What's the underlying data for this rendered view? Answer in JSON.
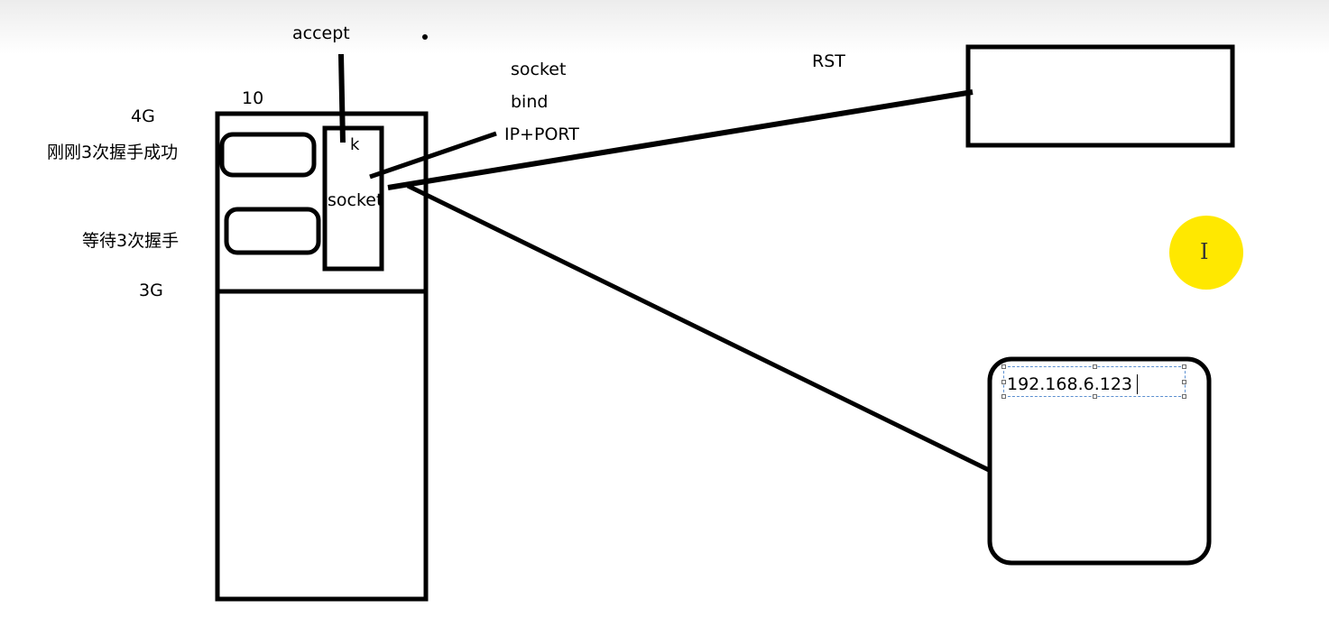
{
  "labels": {
    "accept": "accept",
    "ten": "10",
    "four_g": "4G",
    "handshake_done": "刚刚3次握手成功",
    "handshake_wait": "等待3次握手",
    "three_g": "3G",
    "k": "k",
    "socket_inner": "socket",
    "socket": "socket",
    "bind": "bind",
    "ip_port": "IP+PORT",
    "rst": "RST"
  },
  "ip_field": {
    "value": "192.168.6.123"
  },
  "colors": {
    "stroke": "#000000",
    "cursor_highlight": "#ffe800",
    "selection_border": "#5b8fd0"
  }
}
